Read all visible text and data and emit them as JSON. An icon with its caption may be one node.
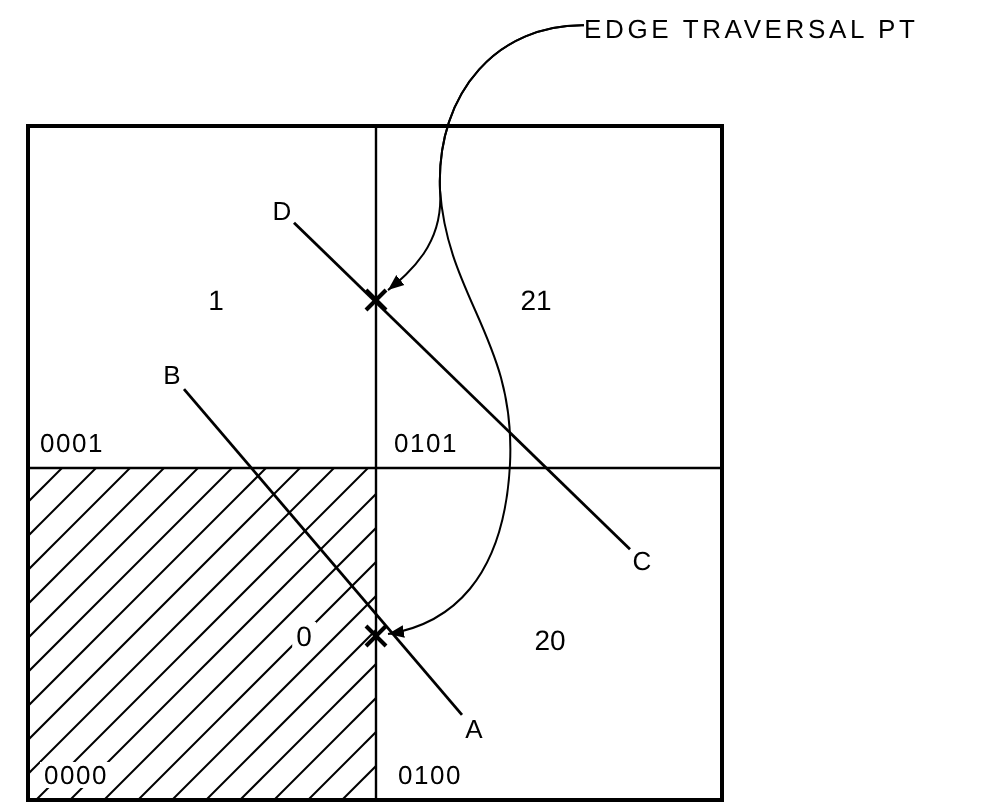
{
  "diagram": {
    "nodes": [
      {
        "text": [
          "EDGE TRAVERSAL PT"
        ]
      },
      {
        "text": [],
        "shape": "cross"
      },
      {
        "text": [],
        "shape": "cross"
      },
      {
        "text": [
          "D"
        ]
      },
      {
        "text": [
          "C"
        ]
      },
      {
        "text": [
          "B"
        ]
      },
      {
        "text": [
          "A"
        ]
      }
    ],
    "edges": [
      {
        "from": 0,
        "to": 1,
        "arrow": "to"
      },
      {
        "from": 0,
        "to": 2,
        "arrow": "to"
      },
      {
        "from": 3,
        "to": 4,
        "arrow": "none"
      },
      {
        "from": 5,
        "to": 6,
        "arrow": "none"
      }
    ],
    "labels": [
      "1",
      "21",
      "0001",
      "0101",
      "0",
      "20",
      "0000",
      "0100"
    ]
  }
}
